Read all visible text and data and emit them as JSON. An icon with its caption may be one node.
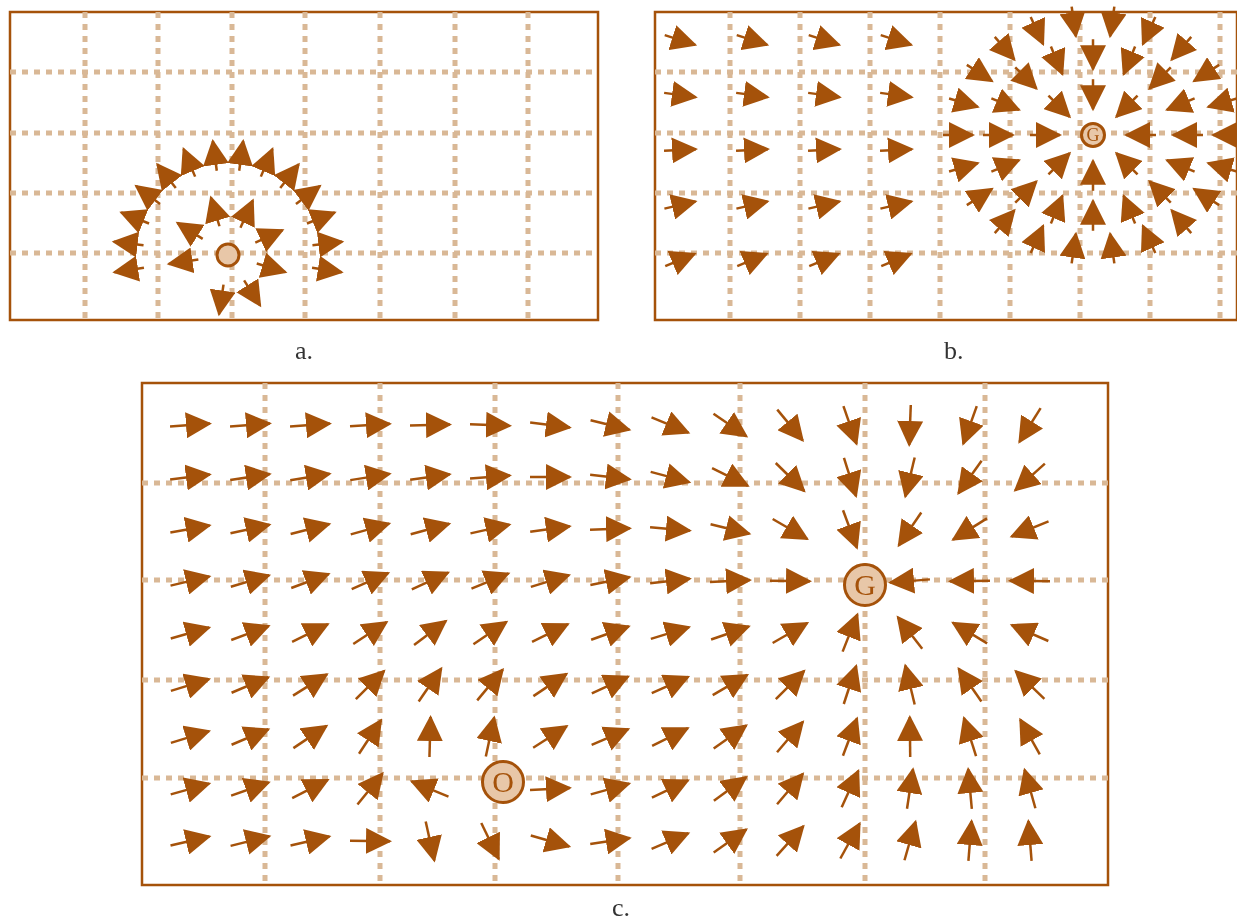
{
  "diagram": {
    "nodes": [
      {
        "text": [
          "G"
        ]
      },
      {
        "text": [
          "G"
        ]
      },
      {
        "text": [
          "O"
        ]
      }
    ],
    "edges": [],
    "labels": [
      "a.",
      "b.",
      "c."
    ]
  }
}
